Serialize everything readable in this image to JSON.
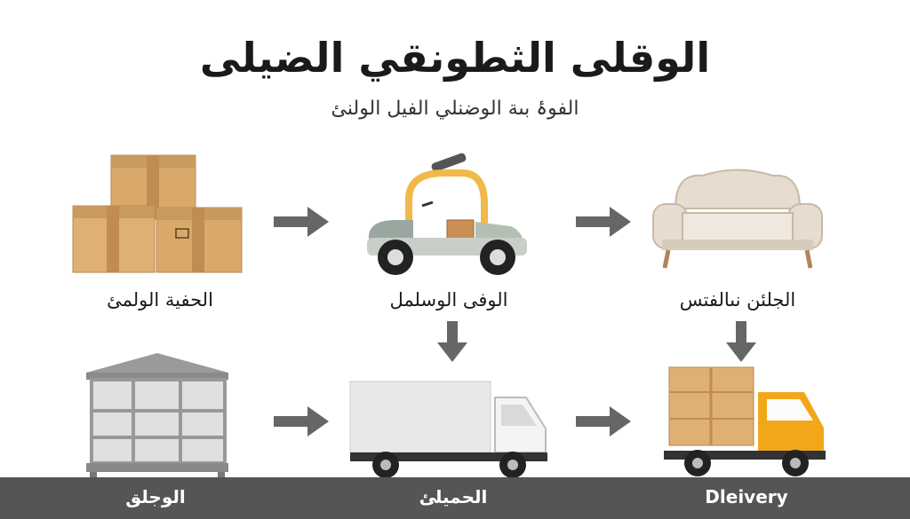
{
  "title": "الوقلى الثطونقي الضيلى",
  "subtitle": "الفوۂ بىة الوضنلي الفيل الولنئ",
  "nodes": {
    "boxes": {
      "label": "الحفية الولمئ",
      "icon": "cardboard-boxes-icon"
    },
    "cart": {
      "label": "الوفى الوسلمل",
      "icon": "utility-cart-icon"
    },
    "sofa": {
      "label": "الجلئن نىالفتس",
      "icon": "sofa-icon"
    },
    "warehouse": {
      "label": "الوجلق",
      "icon": "warehouse-icon"
    },
    "truck": {
      "label": "الحميلئ",
      "icon": "box-truck-icon"
    },
    "delivery_truck": {
      "label": "Dleivery",
      "icon": "delivery-truck-icon"
    }
  },
  "colors": {
    "arrow": "#666666",
    "box": "#d9a96a",
    "truck_accent": "#f2a71b",
    "cart_frame": "#f0b94a",
    "sofa": "#e6dcd0",
    "bar": "#555555"
  }
}
